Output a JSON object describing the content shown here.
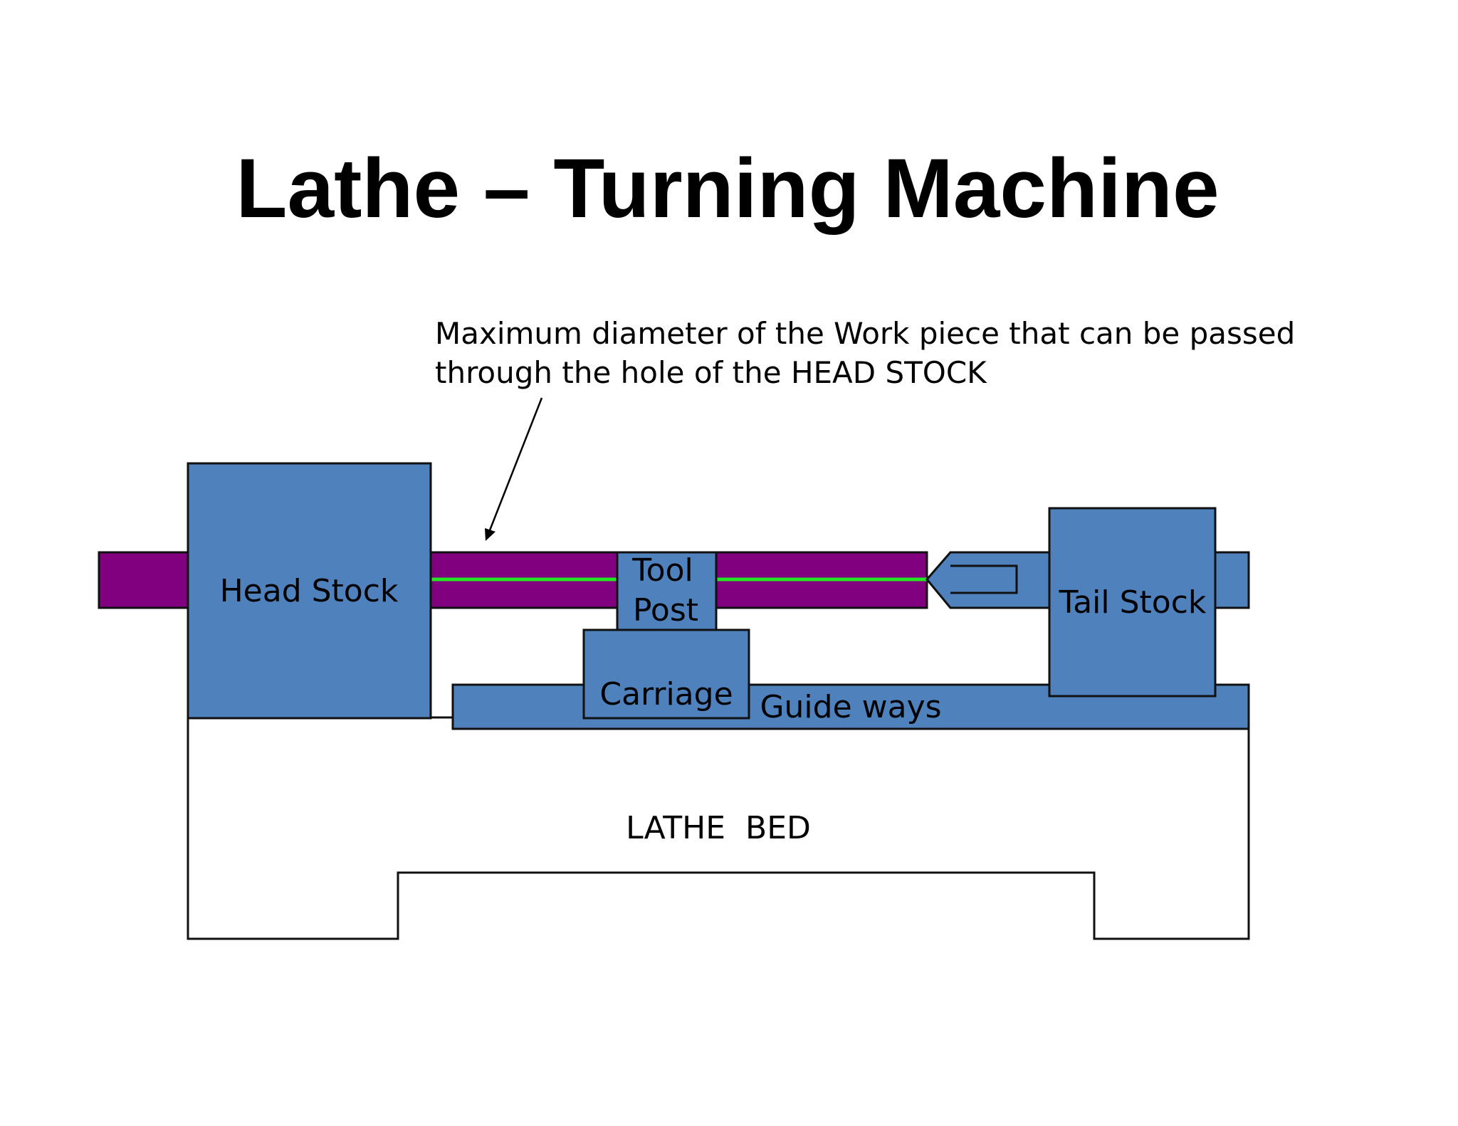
{
  "title": "Lathe – Turning Machine",
  "annotation": {
    "line1": "Maximum diameter of the Work piece that can be passed",
    "line2": "through the hole of the HEAD STOCK"
  },
  "labels": {
    "head_stock": "Head Stock",
    "tool_post_line1": "Tool",
    "tool_post_line2": "Post",
    "carriage": "Carriage",
    "guide_ways": "Guide ways",
    "tail_stock": "Tail Stock",
    "lathe_bed": "LATHE  BED"
  },
  "colors": {
    "part_fill": "#4F81BD",
    "workpiece_fill": "#800080",
    "axis_line": "#22E622",
    "outline": "#111111",
    "background": "#FFFFFF"
  }
}
